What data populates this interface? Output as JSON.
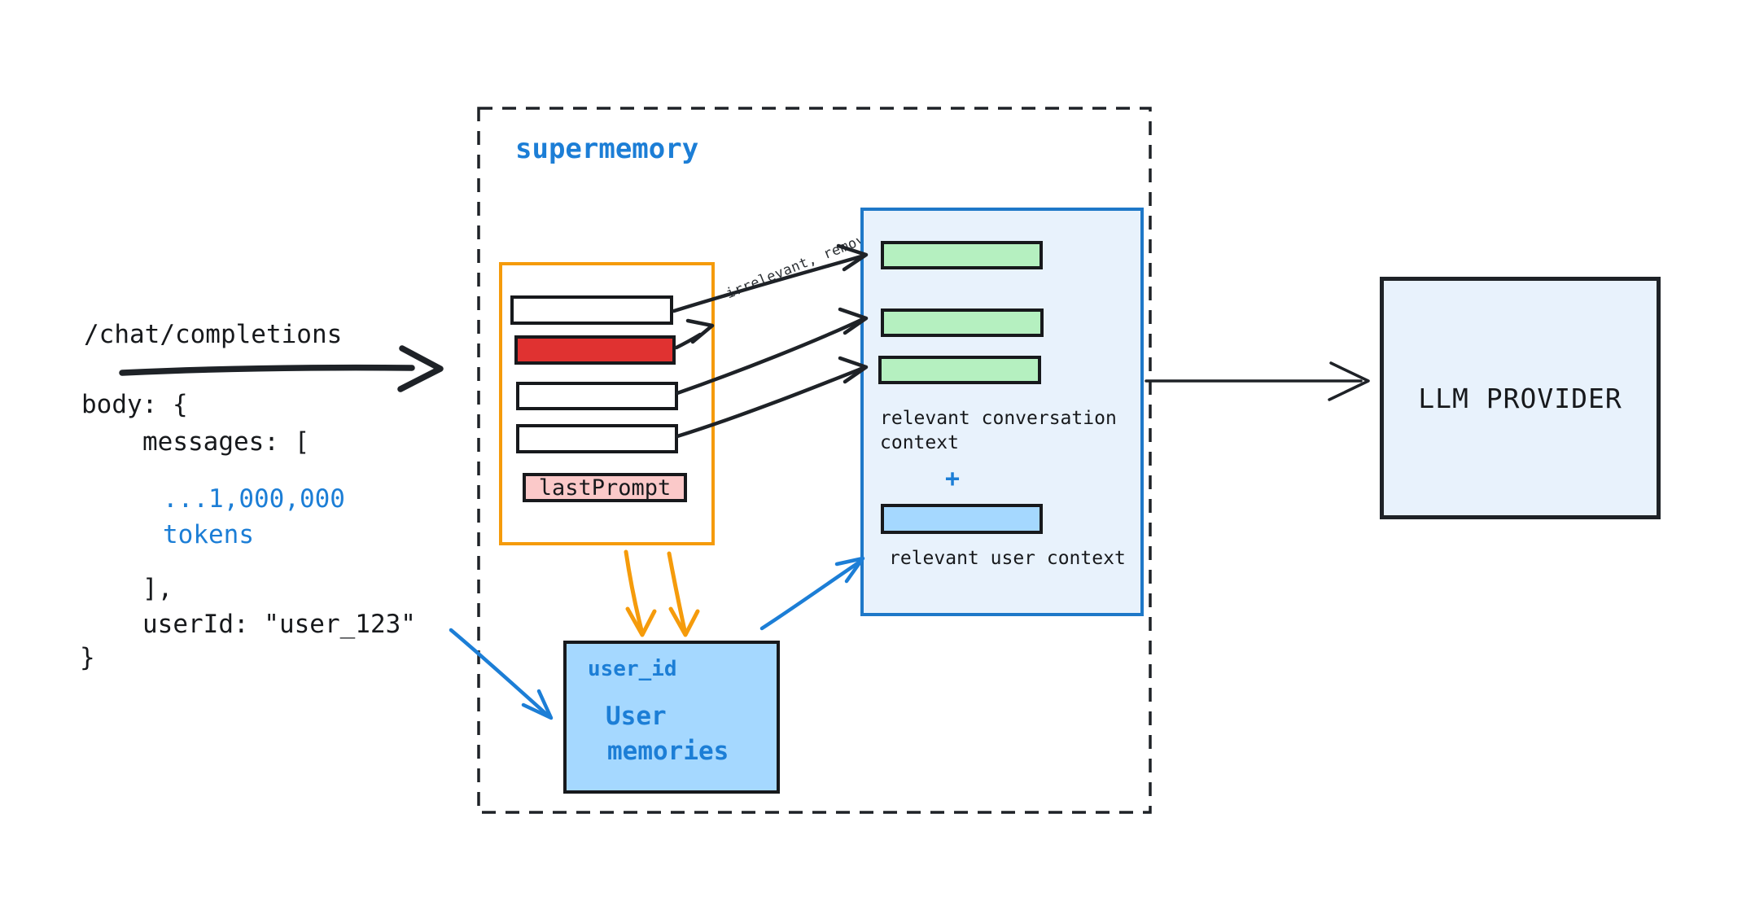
{
  "request": {
    "endpoint": "/chat/completions",
    "lines": {
      "open": "body: {",
      "messages_open": "messages: [",
      "tokens_1": "...1,000,000",
      "tokens_2": "tokens",
      "messages_close": "],",
      "user_id": "userId: \"user_123\"",
      "close": "}"
    }
  },
  "supermemory": {
    "title": "supermemory",
    "irrelevant_note": "irrelevant, removed",
    "last_prompt": "lastPrompt",
    "context_box": {
      "conversation_line_1": "relevant conversation",
      "conversation_line_2": "context",
      "plus": "+",
      "user_line": "relevant user context"
    },
    "user_memories": {
      "key": "user_id",
      "name_line_1": "User",
      "name_line_2": "memories"
    }
  },
  "llm": {
    "label": "LLM PROVIDER"
  },
  "colors": {
    "accent_blue": "#1c7ed6",
    "box_border_blue": "#1e78c8",
    "panel_blue": "#e8f2fc",
    "sky_blue": "#a5d8ff",
    "green": "#b5f0c0",
    "red": "#e03231",
    "pink": "#fbc9c9",
    "orange": "#f59b0b",
    "ink": "#1e2227"
  }
}
